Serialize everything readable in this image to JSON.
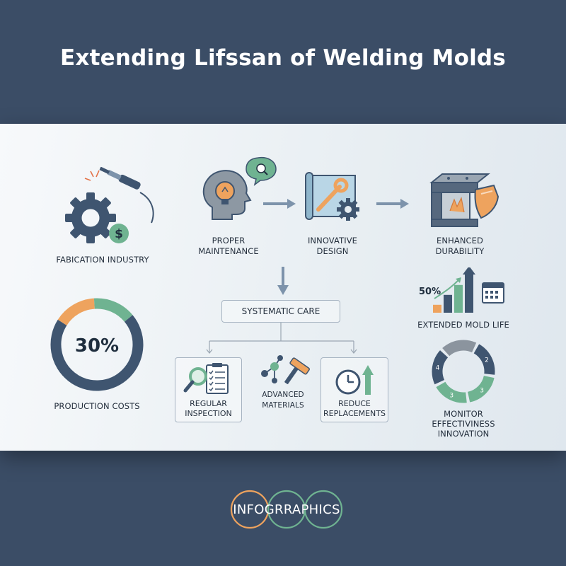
{
  "title": "Extending Lifssan of Welding Molds",
  "nodes": {
    "fabrication": "FABICATION INDUSTRY",
    "maintenance_line1": "PROPER",
    "maintenance_line2": "MAINTENANCE",
    "design_line1": "INNOVATIVE",
    "design_line2": "DESIGN",
    "durability_line1": "ENHANCED",
    "durability_line2": "DURABILITY",
    "systematic_care": "SYSTEMATIC CARE",
    "inspection_line1": "REGULAR",
    "inspection_line2": "INSPECTION",
    "materials": "ADVANCED MATERIALS",
    "replacements_line1": "REDUCE",
    "replacements_line2": "REPLACEMENTS",
    "mold_life": "EXTENDED MOLD LIFE",
    "monitor_line1": "MONITOR",
    "monitor_line2": "EFFECTIVINESS",
    "monitor_line3": "INNOVATION",
    "production_costs": "PRODUCTION COSTS"
  },
  "cost_gauge": {
    "value_text": "30%",
    "segments": [
      {
        "fraction": 0.15,
        "color": "#eea35e"
      },
      {
        "fraction": 0.15,
        "color": "#6fb391"
      },
      {
        "fraction": 0.7,
        "color": "#3f5570"
      }
    ]
  },
  "mold_life_chart": {
    "value_text": "50%",
    "bars": [
      0.2,
      0.45,
      0.7,
      1.0
    ],
    "bar_colors": [
      "#eea35e",
      "#3f5570",
      "#6fb391",
      "#3f5570"
    ]
  },
  "monitor_ring": {
    "segments": [
      {
        "label": "",
        "color": "#8b949e"
      },
      {
        "label": "2",
        "color": "#3f5570"
      },
      {
        "label": "3",
        "color": "#6fb391"
      },
      {
        "label": "3",
        "color": "#6fb391"
      },
      {
        "label": "4",
        "color": "#3f5570"
      }
    ]
  },
  "footer": {
    "logo_text": "INFOGRRAPHICS",
    "ring_colors": [
      "#eea35e",
      "#6fb391",
      "#6fb391"
    ]
  },
  "colors": {
    "navy": "#3b4d66",
    "orange": "#eea35e",
    "green": "#6fb391",
    "arrow": "#7d93ab"
  }
}
